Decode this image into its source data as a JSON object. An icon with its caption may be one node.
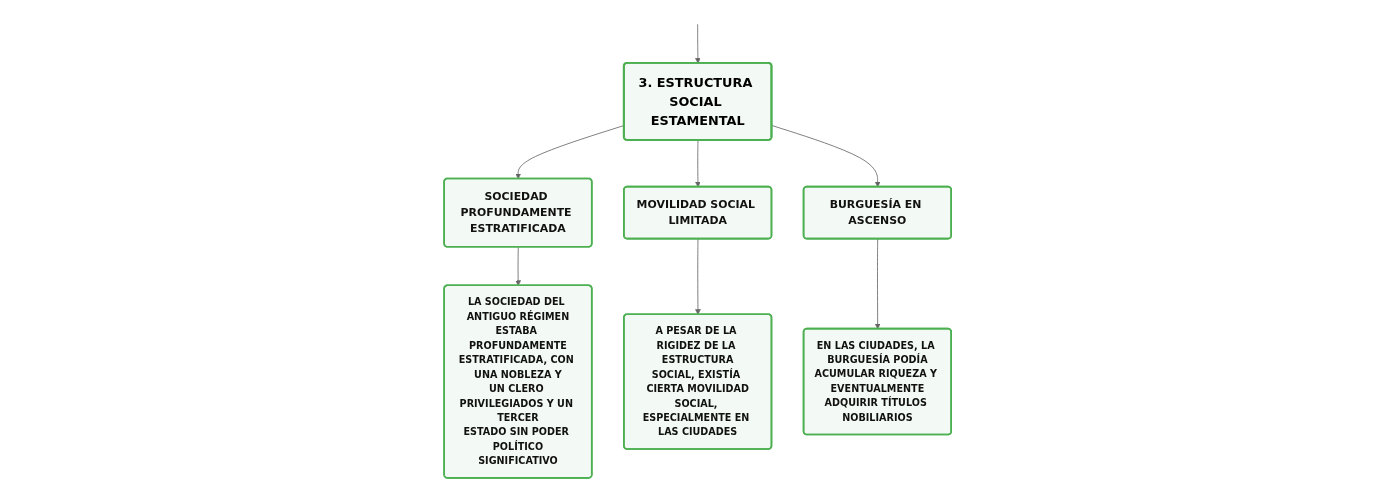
{
  "diagram": {
    "nodes": [
      {
        "text": [
          "3. ESTRUCTURA SOCIAL ESTAMENTAL"
        ]
      },
      {
        "text": [
          "SOCIEDAD PROFUNDAMENTE ESTRATIFICADA"
        ]
      },
      {
        "text": [
          "MOVILIDAD SOCIAL LIMITADA"
        ]
      },
      {
        "text": [
          "BURGUESÍA EN ASCENSO"
        ]
      },
      {
        "text": [
          "LA SOCIEDAD DEL ANTIGUO RÉGIMEN ESTABA PROFUNDAMENTE ESTRATIFICADA, CON UNA NOBLEZA Y UN CLERO PRIVILEGIADOS Y UN TERCER ESTADO SIN PODER POLÍTICO SIGNIFICATIVO"
        ]
      },
      {
        "text": [
          "A PESAR DE LA RIGIDEZ DE LA ESTRUCTURA SOCIAL, EXISTÍA CIERTA MOVILIDAD SOCIAL, ESPECIALMENTE EN LAS CIUDADES"
        ]
      },
      {
        "text": [
          "EN LAS CIUDADES, LA BURGUESÍA PODÍA ACUMULAR RIQUEZA Y EVENTUALMENTE ADQUIRIR TÍTULOS NOBILIARIOS"
        ]
      }
    ],
    "edges": [
      {
        "from": null,
        "to": 0,
        "arrow": "to"
      },
      {
        "from": 0,
        "to": 1,
        "arrow": "to"
      },
      {
        "from": 0,
        "to": 2,
        "arrow": "to"
      },
      {
        "from": 0,
        "to": 3,
        "arrow": "to"
      },
      {
        "from": 1,
        "to": 4,
        "arrow": "to"
      },
      {
        "from": 2,
        "to": 5,
        "arrow": "to"
      },
      {
        "from": 3,
        "to": 6,
        "arrow": "to"
      }
    ]
  }
}
